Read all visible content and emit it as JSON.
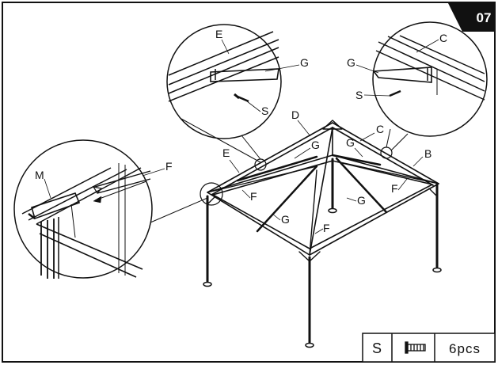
{
  "step": {
    "number": "07"
  },
  "labels": {
    "main_D": "D",
    "main_C": "C",
    "main_G_top_left": "G",
    "main_G_top_right": "G",
    "main_E": "E",
    "main_B": "B",
    "main_F_left": "F",
    "main_F_right": "F",
    "main_G_center_right": "G",
    "main_G_center_left": "G",
    "main_F_center": "F",
    "detail_left_E": "E",
    "detail_left_G": "G",
    "detail_left_S": "S",
    "detail_right_C": "C",
    "detail_right_G": "G",
    "detail_right_S": "S",
    "detail_side_M": "M",
    "detail_side_F": "F"
  },
  "parts_table": {
    "part_code": "S",
    "icon": "screw-icon",
    "quantity": "6pcs"
  },
  "colors": {
    "line": "#111111",
    "step_badge": "#111111",
    "background": "#ffffff"
  }
}
